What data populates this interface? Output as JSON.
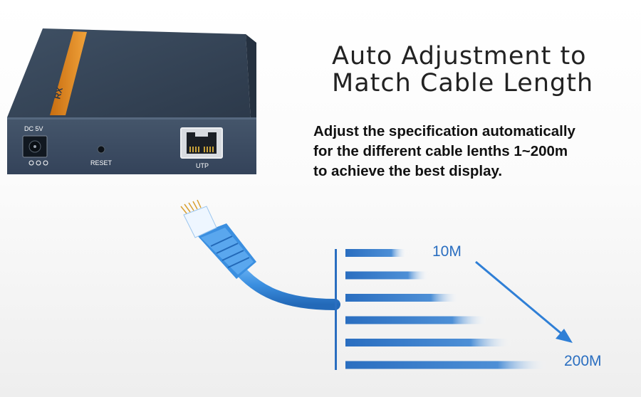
{
  "headline": {
    "line1": "Auto Adjustment to",
    "line2": "Match Cable Length"
  },
  "description": {
    "line1": "Adjust  the  specification automatically",
    "line2": "for the different cable lenths 1~200m",
    "line3": "to achieve the best display."
  },
  "device": {
    "power_label": "DC 5V",
    "reset_label": "RESET",
    "port_label": "UTP",
    "lid_label": "RX"
  },
  "distance": {
    "min_label": "10M",
    "max_label": "200M",
    "bar_lengths": [
      0.3,
      0.41,
      0.56,
      0.7,
      0.82,
      1.0
    ]
  },
  "colors": {
    "device_body": "#3b4a5c",
    "accent_orange": "#e08a1e",
    "cable_blue": "#3b8fe0",
    "bar_blue": "#2a6ec0",
    "arrow_blue": "#2f7fd6"
  }
}
